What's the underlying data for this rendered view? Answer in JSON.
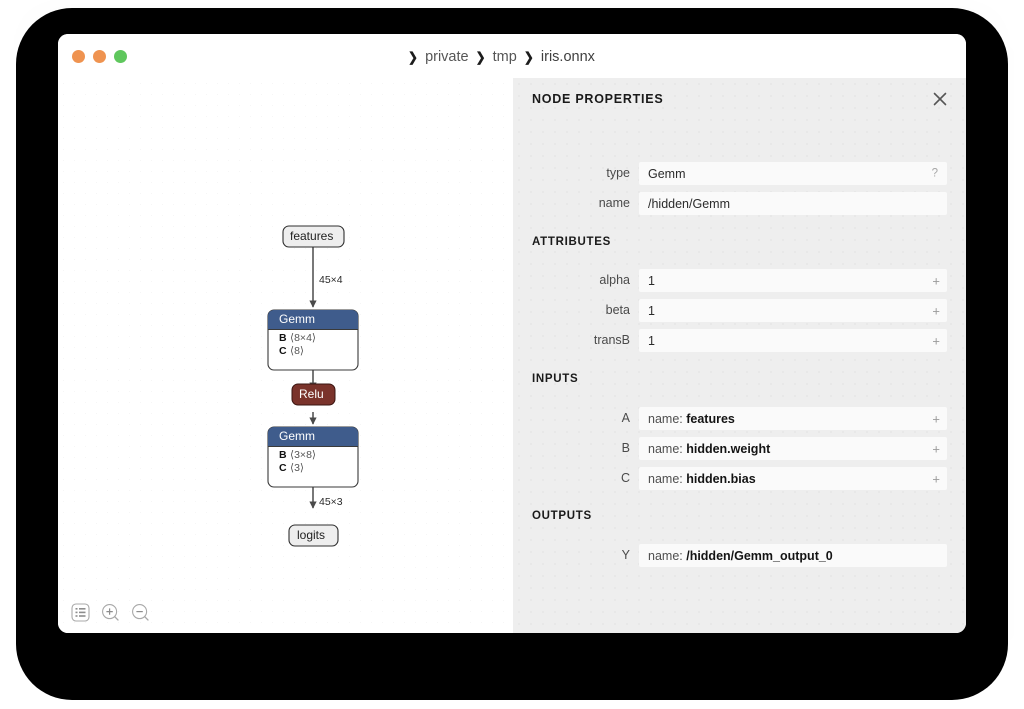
{
  "window": {
    "traffic_lights": [
      {
        "name": "close",
        "color": "#ef9350"
      },
      {
        "name": "minimize",
        "color": "#ef9350"
      },
      {
        "name": "maximize",
        "color": "#5fc75d"
      }
    ],
    "breadcrumb": {
      "separator": "❯",
      "items": [
        "private",
        "tmp",
        "iris.onnx"
      ]
    }
  },
  "graph": {
    "nodes": [
      {
        "id": "features",
        "kind": "io",
        "label": "features"
      },
      {
        "id": "gemm1",
        "kind": "op",
        "title": "Gemm",
        "rows": [
          {
            "key": "B",
            "val": "⟨8×4⟩"
          },
          {
            "key": "C",
            "val": "⟨8⟩"
          }
        ]
      },
      {
        "id": "relu",
        "kind": "activation",
        "label": "Relu"
      },
      {
        "id": "gemm2",
        "kind": "op",
        "title": "Gemm",
        "rows": [
          {
            "key": "B",
            "val": "⟨3×8⟩"
          },
          {
            "key": "C",
            "val": "⟨3⟩"
          }
        ]
      },
      {
        "id": "logits",
        "kind": "io",
        "label": "logits"
      }
    ],
    "edges": [
      {
        "from": "features",
        "to": "gemm1",
        "label": "45×4"
      },
      {
        "from": "gemm1",
        "to": "relu",
        "label": ""
      },
      {
        "from": "relu",
        "to": "gemm2",
        "label": ""
      },
      {
        "from": "gemm2",
        "to": "logits",
        "label": "45×3"
      }
    ],
    "colors": {
      "op_header": "#3f5c8c",
      "op_body": "#ffffff",
      "op_border": "#3a3a3a",
      "activation": "#7a332b",
      "io_fill": "#eeeeee",
      "io_border": "#2f2f2f",
      "edge": "#4a4a4a"
    },
    "toolbar": [
      {
        "name": "list-icon",
        "title": "Show model properties"
      },
      {
        "name": "zoom-in-icon",
        "title": "Zoom in"
      },
      {
        "name": "zoom-out-icon",
        "title": "Zoom out"
      }
    ]
  },
  "panel": {
    "title": "NODE PROPERTIES",
    "close_glyph": "✕",
    "node": {
      "type_label": "type",
      "type_value": "Gemm",
      "type_help": "?",
      "name_label": "name",
      "name_value": "/hidden/Gemm"
    },
    "attributes": {
      "heading": "ATTRIBUTES",
      "expand_glyph": "+",
      "items": [
        {
          "label": "alpha",
          "value": "1"
        },
        {
          "label": "beta",
          "value": "1"
        },
        {
          "label": "transB",
          "value": "1"
        }
      ]
    },
    "inputs": {
      "heading": "INPUTS",
      "expand_glyph": "+",
      "name_prefix": "name: ",
      "items": [
        {
          "label": "A",
          "value": "features"
        },
        {
          "label": "B",
          "value": "hidden.weight"
        },
        {
          "label": "C",
          "value": "hidden.bias"
        }
      ]
    },
    "outputs": {
      "heading": "OUTPUTS",
      "name_prefix": "name: ",
      "items": [
        {
          "label": "Y",
          "value": "/hidden/Gemm_output_0"
        }
      ]
    }
  }
}
